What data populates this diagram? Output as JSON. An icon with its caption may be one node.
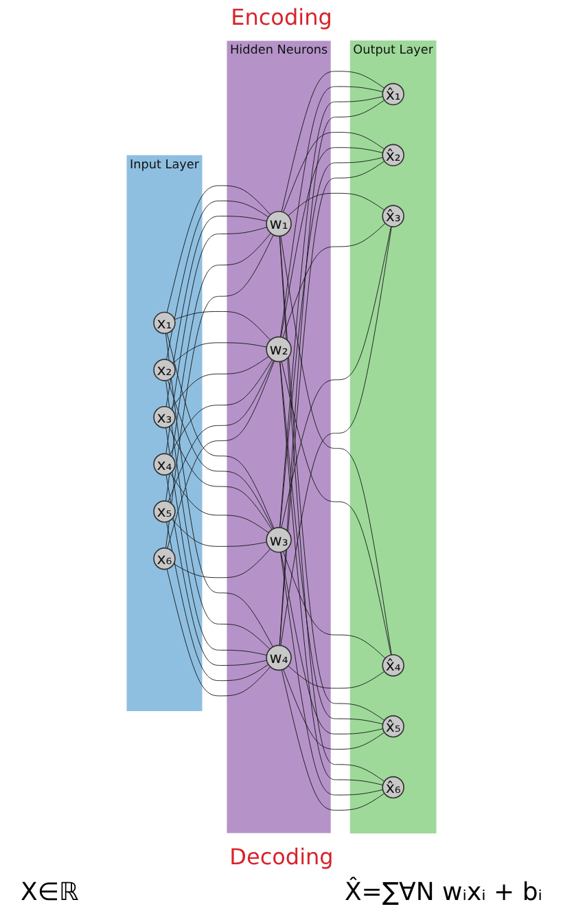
{
  "diagram": {
    "nodes": [
      {
        "text": [
          "Input Layer"
        ]
      },
      {
        "text": [
          "x₁"
        ],
        "in": 0
      },
      {
        "text": [
          "x₂"
        ],
        "in": 0
      },
      {
        "text": [
          "x₃"
        ],
        "in": 0
      },
      {
        "text": [
          "x₄"
        ],
        "in": 0
      },
      {
        "text": [
          "x₅"
        ],
        "in": 0
      },
      {
        "text": [
          "x₆"
        ],
        "in": 0
      },
      {
        "text": [
          "Hidden Neurons"
        ]
      },
      {
        "text": [
          "w₁"
        ],
        "in": 7
      },
      {
        "text": [
          "w₂"
        ],
        "in": 7
      },
      {
        "text": [
          "w₃"
        ],
        "in": 7
      },
      {
        "text": [
          "w₄"
        ],
        "in": 7
      },
      {
        "text": [
          "Output Layer"
        ]
      },
      {
        "text": [
          "x̂₁"
        ],
        "in": 12
      },
      {
        "text": [
          "x̂₂"
        ],
        "in": 12
      },
      {
        "text": [
          "x̂₃"
        ],
        "in": 12
      },
      {
        "text": [
          "x̂₄"
        ],
        "in": 12
      },
      {
        "text": [
          "x̂₅"
        ],
        "in": 12
      },
      {
        "text": [
          "x̂₆"
        ],
        "in": 12
      }
    ],
    "edges": [
      {
        "from": 1,
        "to": 8,
        "arrow": "none"
      },
      {
        "from": 1,
        "to": 9,
        "arrow": "none"
      },
      {
        "from": 1,
        "to": 10,
        "arrow": "none"
      },
      {
        "from": 1,
        "to": 11,
        "arrow": "none"
      },
      {
        "from": 2,
        "to": 8,
        "arrow": "none"
      },
      {
        "from": 2,
        "to": 9,
        "arrow": "none"
      },
      {
        "from": 2,
        "to": 10,
        "arrow": "none"
      },
      {
        "from": 2,
        "to": 11,
        "arrow": "none"
      },
      {
        "from": 3,
        "to": 8,
        "arrow": "none"
      },
      {
        "from": 3,
        "to": 9,
        "arrow": "none"
      },
      {
        "from": 3,
        "to": 10,
        "arrow": "none"
      },
      {
        "from": 3,
        "to": 11,
        "arrow": "none"
      },
      {
        "from": 4,
        "to": 8,
        "arrow": "none"
      },
      {
        "from": 4,
        "to": 9,
        "arrow": "none"
      },
      {
        "from": 4,
        "to": 10,
        "arrow": "none"
      },
      {
        "from": 4,
        "to": 11,
        "arrow": "none"
      },
      {
        "from": 5,
        "to": 8,
        "arrow": "none"
      },
      {
        "from": 5,
        "to": 9,
        "arrow": "none"
      },
      {
        "from": 5,
        "to": 10,
        "arrow": "none"
      },
      {
        "from": 5,
        "to": 11,
        "arrow": "none"
      },
      {
        "from": 6,
        "to": 8,
        "arrow": "none"
      },
      {
        "from": 6,
        "to": 9,
        "arrow": "none"
      },
      {
        "from": 6,
        "to": 10,
        "arrow": "none"
      },
      {
        "from": 6,
        "to": 11,
        "arrow": "none"
      },
      {
        "from": 8,
        "to": 13,
        "arrow": "none"
      },
      {
        "from": 8,
        "to": 14,
        "arrow": "none"
      },
      {
        "from": 8,
        "to": 15,
        "arrow": "none"
      },
      {
        "from": 8,
        "to": 16,
        "arrow": "none"
      },
      {
        "from": 8,
        "to": 17,
        "arrow": "none"
      },
      {
        "from": 8,
        "to": 18,
        "arrow": "none"
      },
      {
        "from": 9,
        "to": 13,
        "arrow": "none"
      },
      {
        "from": 9,
        "to": 14,
        "arrow": "none"
      },
      {
        "from": 9,
        "to": 15,
        "arrow": "none"
      },
      {
        "from": 9,
        "to": 16,
        "arrow": "none"
      },
      {
        "from": 9,
        "to": 17,
        "arrow": "none"
      },
      {
        "from": 9,
        "to": 18,
        "arrow": "none"
      },
      {
        "from": 10,
        "to": 13,
        "arrow": "none"
      },
      {
        "from": 10,
        "to": 14,
        "arrow": "none"
      },
      {
        "from": 10,
        "to": 15,
        "arrow": "none"
      },
      {
        "from": 10,
        "to": 16,
        "arrow": "none"
      },
      {
        "from": 10,
        "to": 17,
        "arrow": "none"
      },
      {
        "from": 10,
        "to": 18,
        "arrow": "none"
      },
      {
        "from": 11,
        "to": 13,
        "arrow": "none"
      },
      {
        "from": 11,
        "to": 14,
        "arrow": "none"
      },
      {
        "from": 11,
        "to": 15,
        "arrow": "none"
      },
      {
        "from": 11,
        "to": 16,
        "arrow": "none"
      },
      {
        "from": 11,
        "to": 17,
        "arrow": "none"
      },
      {
        "from": 11,
        "to": 18,
        "arrow": "none"
      }
    ],
    "labels": [
      "Encoding",
      "Decoding",
      "X∈ℝ",
      "X̂=∑∀N wᵢxᵢ + bᵢ"
    ]
  }
}
